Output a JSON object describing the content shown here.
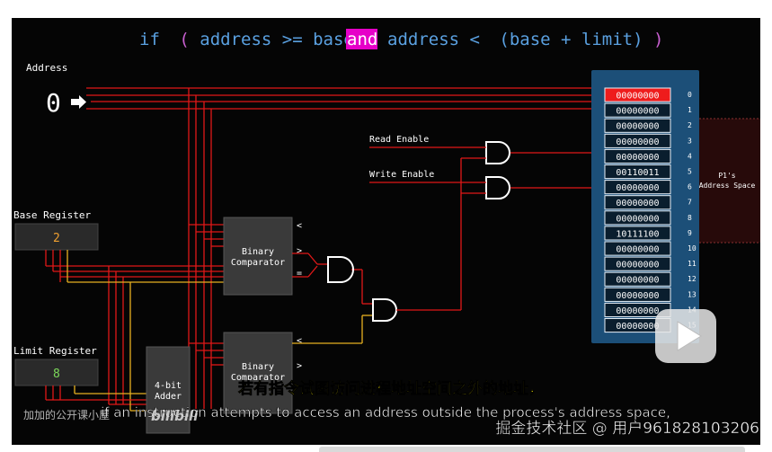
{
  "formula": {
    "kw_if": "if",
    "open_paren": "(",
    "part1": "address >= base",
    "and_word": "and",
    "part2": "address <",
    "part3": "(base + limit)",
    "close_paren": ")"
  },
  "labels": {
    "address": "Address",
    "address_value": "0",
    "base_register": "Base Register",
    "base_value": "2",
    "limit_register": "Limit Register",
    "limit_value": "8",
    "read_enable": "Read Enable",
    "write_enable": "Write Enable",
    "comparator_top": [
      "Binary",
      "Comparator"
    ],
    "comparator_bottom": [
      "Binary",
      "Comparator"
    ],
    "adder": [
      "4-bit",
      "Adder"
    ],
    "cmp_lt": "<",
    "cmp_gt": ">",
    "cmp_eq": "=",
    "cmp2_lt": "<",
    "cmp2_gt": ">",
    "p1_space": [
      "P1's",
      "Address Space"
    ]
  },
  "memory": {
    "rows": [
      {
        "index": "0",
        "value": "00000000",
        "highlight": true
      },
      {
        "index": "1",
        "value": "00000000",
        "highlight": false
      },
      {
        "index": "2",
        "value": "00000000",
        "highlight": false
      },
      {
        "index": "3",
        "value": "00000000",
        "highlight": false
      },
      {
        "index": "4",
        "value": "00000000",
        "highlight": false
      },
      {
        "index": "5",
        "value": "00110011",
        "highlight": false
      },
      {
        "index": "6",
        "value": "00000000",
        "highlight": false
      },
      {
        "index": "7",
        "value": "00000000",
        "highlight": false
      },
      {
        "index": "8",
        "value": "00000000",
        "highlight": false
      },
      {
        "index": "9",
        "value": "10111100",
        "highlight": false
      },
      {
        "index": "10",
        "value": "00000000",
        "highlight": false
      },
      {
        "index": "11",
        "value": "00000000",
        "highlight": false
      },
      {
        "index": "12",
        "value": "00000000",
        "highlight": false
      },
      {
        "index": "13",
        "value": "00000000",
        "highlight": false
      },
      {
        "index": "14",
        "value": "00000000",
        "highlight": false
      },
      {
        "index": "15",
        "value": "00000000",
        "highlight": false
      }
    ]
  },
  "subtitles": {
    "chinese": "若有指令试图访问进程地址空间之外的地址，",
    "english": "if an instruction attempts to access an address outside the process's address space,"
  },
  "watermarks": {
    "channel": "加加的公开课小屋",
    "bilibili": "bilibili",
    "juejin": "掘金技术社区 @ 用户961828103206"
  },
  "colors": {
    "background": "#050505",
    "wire_red": "#e01818",
    "wire_yellow": "#e8b020",
    "formula_blue": "#5aa0e0",
    "and_highlight": "#e600c8",
    "memory_panel": "#1c4f78",
    "memory_highlight": "#ee1c1c",
    "chip": "#3a3a3a"
  },
  "icons": {
    "arrow": "right-arrow-icon",
    "play": "play-icon"
  }
}
